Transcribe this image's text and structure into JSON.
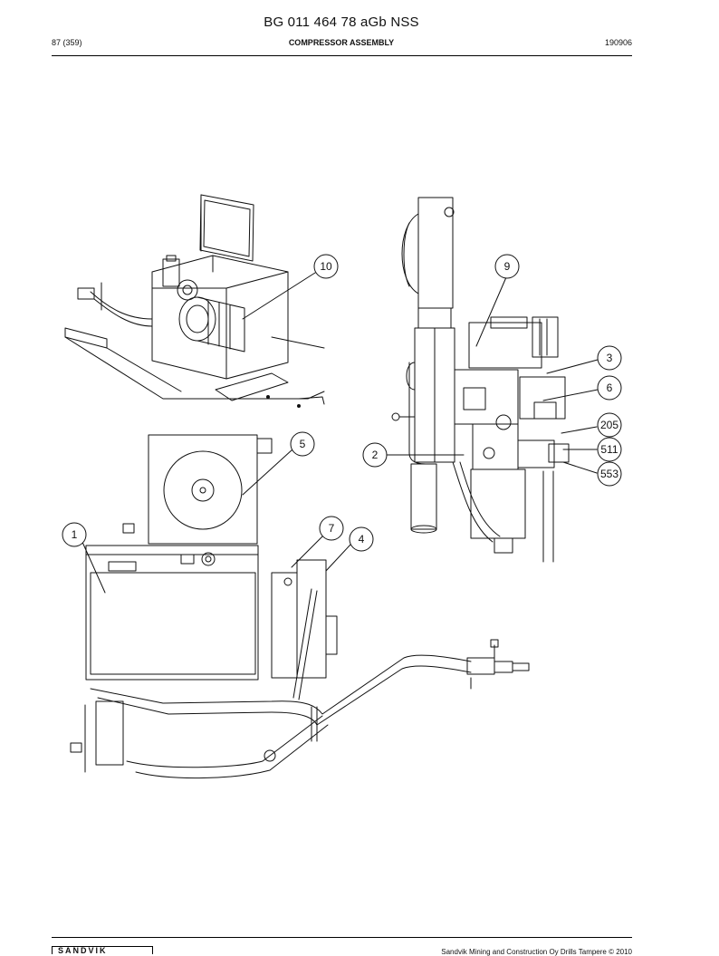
{
  "header": {
    "doc_title": "BG 011 464 78 aGb NSS",
    "page_ref": "87 (359)",
    "section_title": "COMPRESSOR ASSEMBLY",
    "date_code": "190906"
  },
  "callouts": [
    "10",
    "9",
    "3",
    "6",
    "205",
    "511",
    "553",
    "2",
    "5",
    "1",
    "7",
    "4"
  ],
  "footer": {
    "brand": "SANDVIK",
    "copyright": "Sandvik Mining and Construction Oy Drills Tampere © 2010"
  },
  "colors": {
    "ink": "#111111",
    "paper": "#ffffff"
  }
}
